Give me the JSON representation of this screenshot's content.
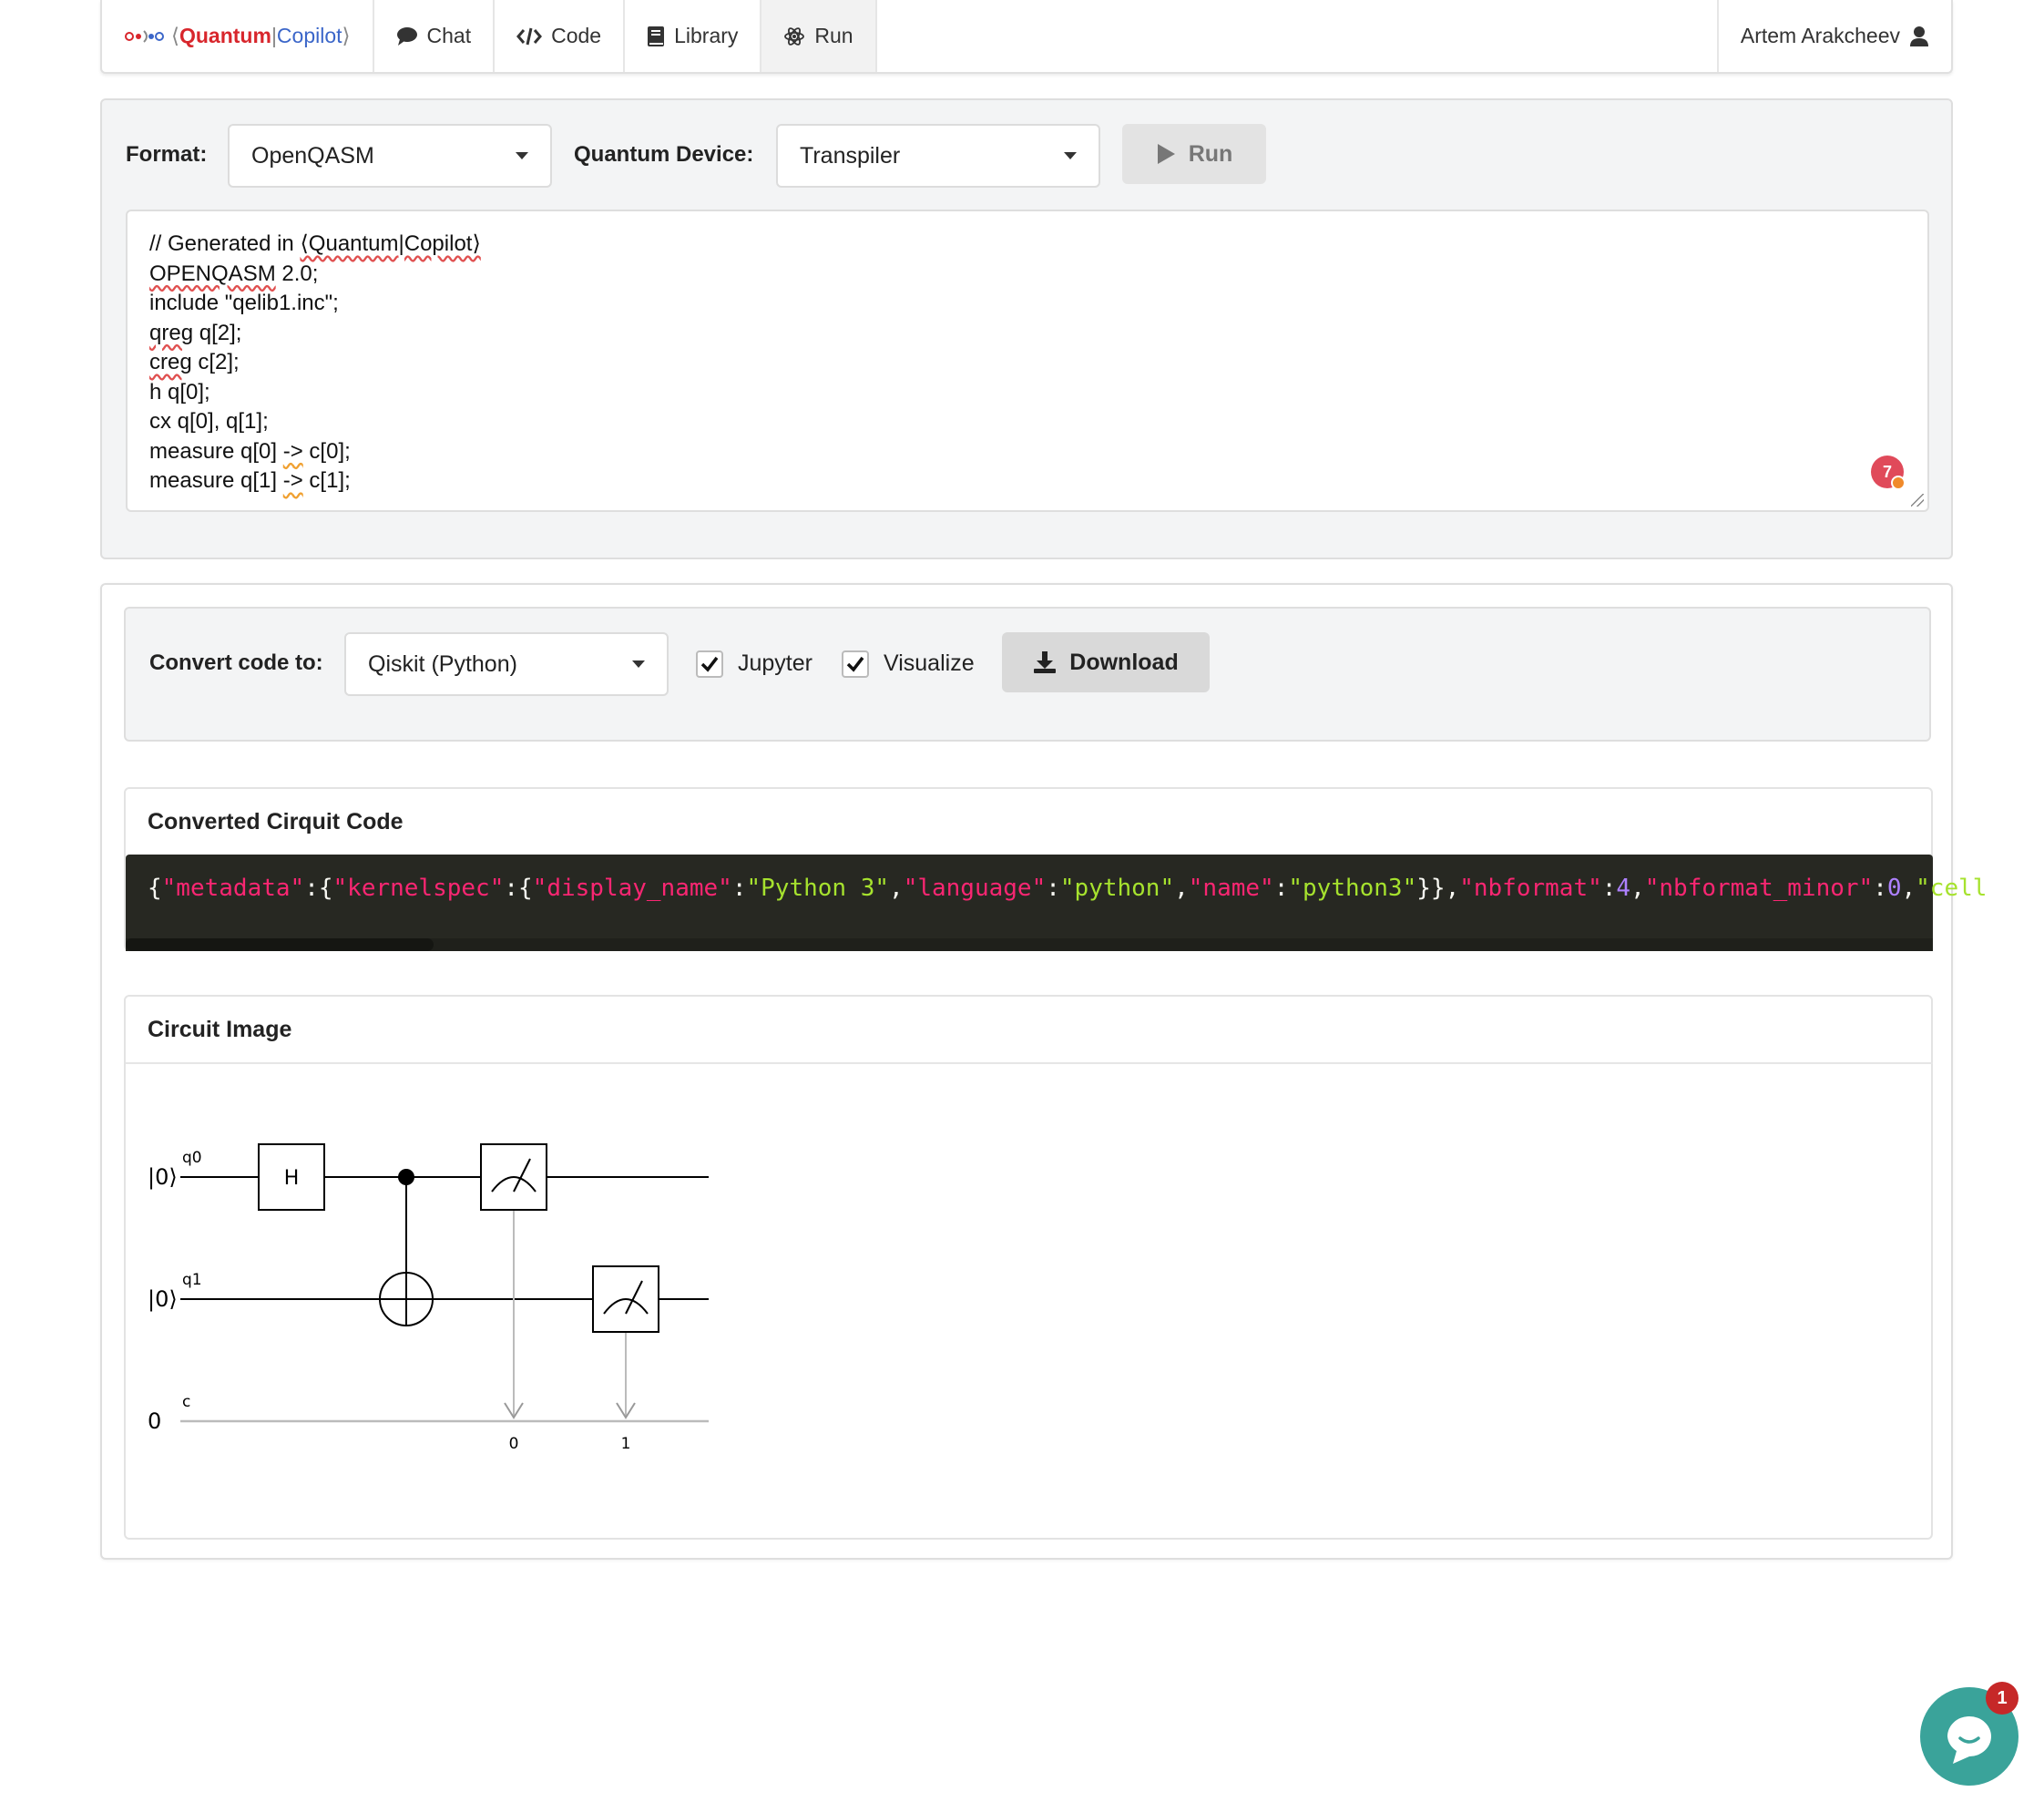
{
  "navbar": {
    "brand": {
      "left": "⟨",
      "quantum": "Quantum",
      "bar": "|",
      "copilot": "Copilot",
      "right": "⟩"
    },
    "items": [
      {
        "label": "Chat",
        "icon": "chat-icon"
      },
      {
        "label": "Code",
        "icon": "code-icon"
      },
      {
        "label": "Library",
        "icon": "book-icon"
      },
      {
        "label": "Run",
        "icon": "atom-icon",
        "active": true
      }
    ],
    "user": "Artem Arakcheev"
  },
  "run_panel": {
    "format_label": "Format:",
    "format_value": "OpenQASM",
    "device_label": "Quantum Device:",
    "device_value": "Transpiler",
    "run_button": "Run",
    "code_lines": [
      "// Generated in ⟨Quantum|Copilot⟩",
      "OPENQASM 2.0;",
      "include \"qelib1.inc\";",
      "qreg q[2];",
      "creg c[2];",
      "h q[0];",
      "cx q[0], q[1];",
      "measure q[0] -> c[0];",
      "measure q[1] -> c[1];"
    ],
    "error_count": "7"
  },
  "convert_panel": {
    "label": "Convert code to:",
    "target_value": "Qiskit (Python)",
    "jupyter_label": "Jupyter",
    "jupyter_checked": true,
    "visualize_label": "Visualize",
    "visualize_checked": true,
    "download_button": "Download"
  },
  "converted_card": {
    "title": "Converted Cirquit Code",
    "code": "{\"metadata\":{\"kernelspec\":{\"display_name\":\"Python 3\",\"language\":\"python\",\"name\":\"python3\"}},\"nbformat\":4,\"nbformat_minor\":0,\"cell"
  },
  "circuit_card": {
    "title": "Circuit Image",
    "wires": [
      {
        "state": "|0⟩",
        "name": "q0"
      },
      {
        "state": "|0⟩",
        "name": "q1"
      },
      {
        "state": "0",
        "name": "c"
      }
    ],
    "gates": [
      "H"
    ],
    "measure_targets": [
      "0",
      "1"
    ]
  },
  "chat_widget": {
    "unread": "1"
  },
  "colors": {
    "brand_red": "#d8262c",
    "brand_blue": "#3b66c9",
    "chat_teal": "#3aa39a",
    "code_bg": "#272822"
  }
}
